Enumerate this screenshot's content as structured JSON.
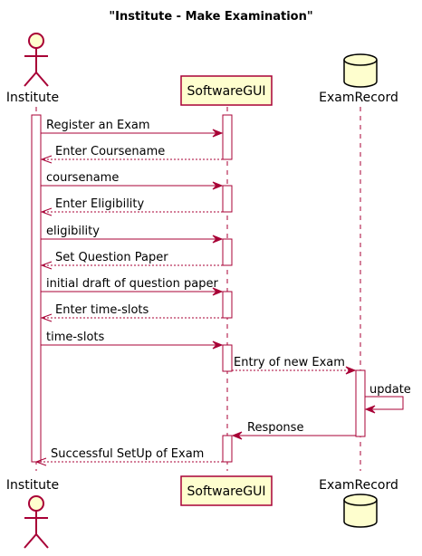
{
  "title": "\"Institute - Make Examination\"",
  "participants": {
    "institute": {
      "name": "Institute",
      "shape": "actor"
    },
    "gui": {
      "name": "SoftwareGUI",
      "shape": "participant"
    },
    "record": {
      "name": "ExamRecord",
      "shape": "database"
    }
  },
  "messages": [
    {
      "text": "Register an Exam",
      "from": "institute",
      "to": "gui",
      "style": "solid"
    },
    {
      "text": "Enter Coursename",
      "from": "gui",
      "to": "institute",
      "style": "dashed"
    },
    {
      "text": "coursename",
      "from": "institute",
      "to": "gui",
      "style": "solid"
    },
    {
      "text": "Enter Eligibility",
      "from": "gui",
      "to": "institute",
      "style": "dashed"
    },
    {
      "text": "eligibility",
      "from": "institute",
      "to": "gui",
      "style": "solid"
    },
    {
      "text": "Set Question Paper",
      "from": "gui",
      "to": "institute",
      "style": "dashed"
    },
    {
      "text": "initial draft of question paper",
      "from": "institute",
      "to": "gui",
      "style": "solid"
    },
    {
      "text": "Enter time-slots",
      "from": "gui",
      "to": "institute",
      "style": "dashed"
    },
    {
      "text": "time-slots",
      "from": "institute",
      "to": "gui",
      "style": "solid"
    },
    {
      "text": "Entry of new Exam",
      "from": "gui",
      "to": "record",
      "style": "dashed"
    },
    {
      "text": "update",
      "from": "record",
      "to": "record",
      "style": "self"
    },
    {
      "text": "Response",
      "from": "record",
      "to": "gui",
      "style": "solid"
    },
    {
      "text": "Successful SetUp of Exam",
      "from": "gui",
      "to": "institute",
      "style": "dashed"
    }
  ],
  "colors": {
    "border": "#A80036",
    "fill": "#FEFECE",
    "text": "#000000"
  }
}
